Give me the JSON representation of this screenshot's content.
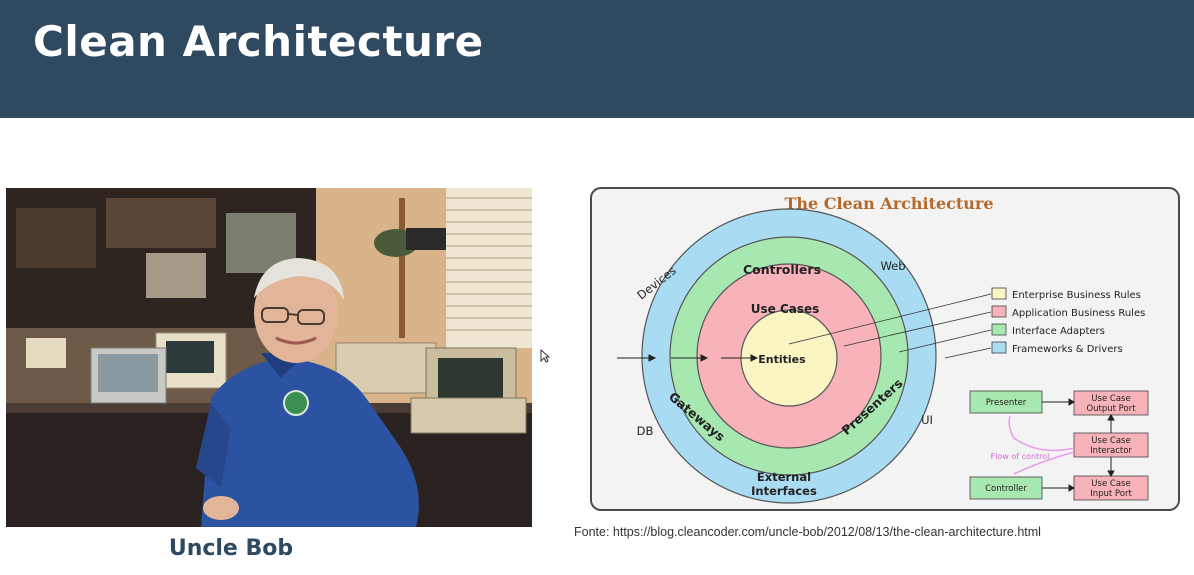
{
  "header": {
    "title": "Clean Architecture"
  },
  "photo": {
    "caption": "Uncle Bob"
  },
  "diagram": {
    "title": "The Clean Architecture",
    "rings": {
      "outer_labels": {
        "devices": "Devices",
        "web": "Web",
        "db": "DB",
        "ui": "UI",
        "external": [
          "External",
          "Interfaces"
        ]
      },
      "adapters_labels": {
        "controllers": "Controllers",
        "gateways": "Gateways",
        "presenters": "Presenters"
      },
      "usecases_label": "Use Cases",
      "entities_label": "Entities"
    },
    "legend": [
      {
        "label": "Enterprise Business Rules",
        "color": "#fbf5c4"
      },
      {
        "label": "Application Business Rules",
        "color": "#f7b3b9"
      },
      {
        "label": "Interface Adapters",
        "color": "#a6e8b0"
      },
      {
        "label": "Frameworks & Drivers",
        "color": "#a9dbf3"
      }
    ],
    "flow": {
      "presenter": "Presenter",
      "output_port": [
        "Use Case",
        "Output Port"
      ],
      "interactor": [
        "Use Case",
        "Interactor"
      ],
      "controller": "Controller",
      "input_port": [
        "Use Case",
        "Input Port"
      ],
      "flow_label": "Flow of control"
    }
  },
  "source": {
    "text": "Fonte: https://blog.cleancoder.com/uncle-bob/2012/08/13/the-clean-architecture.html"
  },
  "colors": {
    "header_bg": "#2f4a60",
    "title_color": "#ffffff",
    "outer_ring": "#a9dbf3",
    "adapters_ring": "#a6e8b0",
    "usecases_ring": "#f7b3b9",
    "entities_core": "#fbf5c4",
    "diagram_title": "#b5682a"
  }
}
